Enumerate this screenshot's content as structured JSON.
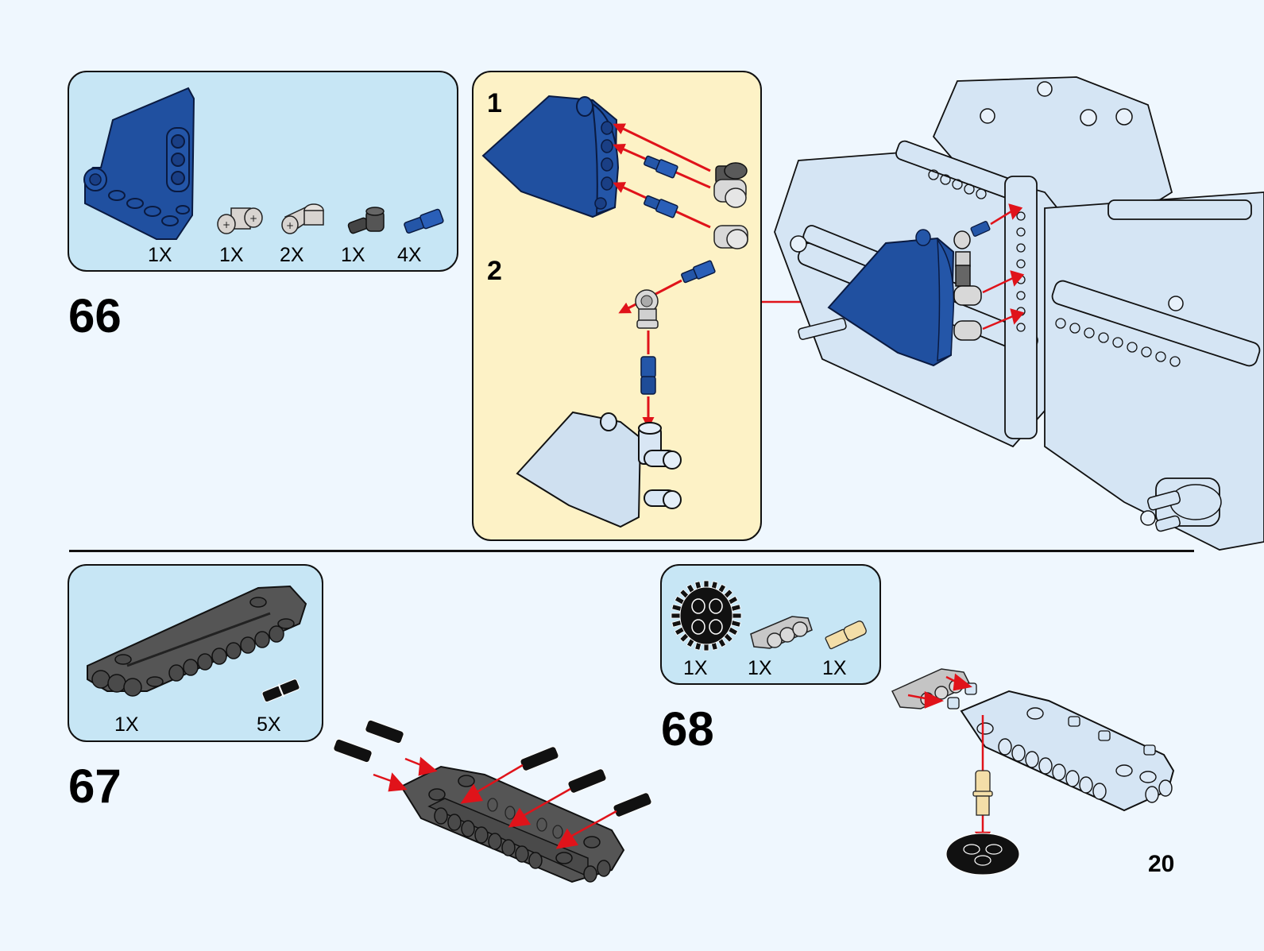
{
  "page": {
    "number": "20"
  },
  "colors": {
    "page_bg": "#eff7fe",
    "parts_box_bg": "#c7e6f5",
    "substep_box_bg": "#fdf2c6",
    "blue_part": "#2050a0",
    "light_part": "#cfe0f0",
    "light_gray_part": "#d0d0d0",
    "dark_gray_part": "#555555",
    "black_part": "#111111",
    "tan_part": "#f3dea8",
    "arrow_red": "#e0131a"
  },
  "steps": [
    {
      "number": "66",
      "parts": [
        {
          "name": "blue-panel-fairing",
          "qty": "1X"
        },
        {
          "name": "axle-pin-connector-perpendicular",
          "qty": "1X"
        },
        {
          "name": "axle-connector-perpendicular",
          "qty": "2X"
        },
        {
          "name": "pin-connector-perpendicular-dark",
          "qty": "1X"
        },
        {
          "name": "blue-axle-pin",
          "qty": "4X"
        }
      ],
      "substeps": [
        {
          "number": "1"
        },
        {
          "number": "2"
        }
      ]
    },
    {
      "number": "67",
      "parts": [
        {
          "name": "dark-gray-panel",
          "qty": "1X"
        },
        {
          "name": "black-friction-pin",
          "qty": "5X"
        }
      ]
    },
    {
      "number": "68",
      "parts": [
        {
          "name": "black-gear-24-tooth",
          "qty": "1X"
        },
        {
          "name": "light-gray-beam-3",
          "qty": "1X"
        },
        {
          "name": "tan-axle-pin",
          "qty": "1X"
        }
      ]
    }
  ]
}
